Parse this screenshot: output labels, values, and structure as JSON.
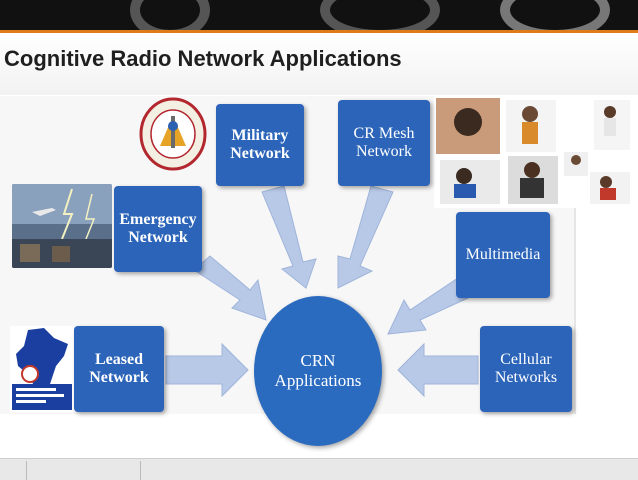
{
  "slide": {
    "title": "Cognitive Radio Network Applications"
  },
  "diagram": {
    "center": "CRN\nApplications",
    "nodes": [
      {
        "id": "military",
        "label": "Military\nNetwork"
      },
      {
        "id": "crmesh",
        "label": "CR Mesh\nNetwork"
      },
      {
        "id": "emergency",
        "label": "Emergency\nNetwork"
      },
      {
        "id": "multimedia",
        "label": "Multimedia"
      },
      {
        "id": "leased",
        "label": "Leased\nNetwork"
      },
      {
        "id": "cellular",
        "label": "Cellular\nNetworks"
      }
    ]
  },
  "images": {
    "emblem": "emblem-icon",
    "storm": "storm-photo",
    "people": "people-photos",
    "india_map": "india-map-image"
  },
  "colors": {
    "box": "#2b64b8",
    "arrow": "#b8c9e8",
    "accent": "#e07b1a"
  }
}
